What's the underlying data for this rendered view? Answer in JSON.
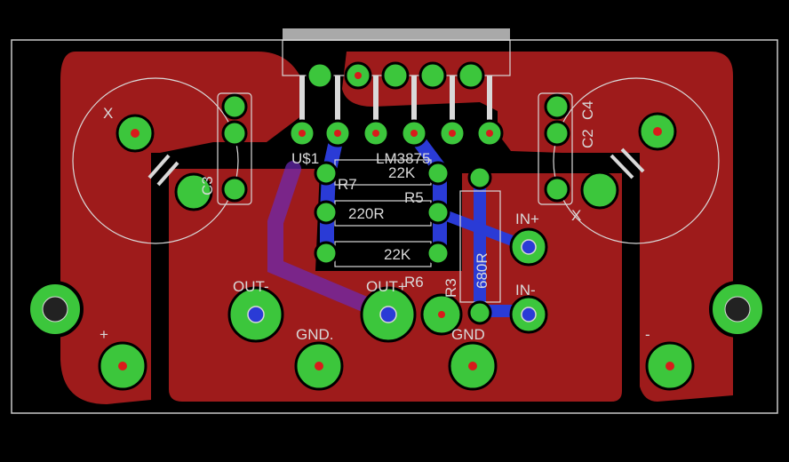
{
  "board": {
    "colors": {
      "background": "#000000",
      "copper_top": "#9e1b1b",
      "copper_bottom": "#2a3bd6",
      "pad": "#3cc63c",
      "drill": "#d8d8d8",
      "silk": "#d9d9d9",
      "outline": "#c8c8c8",
      "ic_body": "#a9a9a9"
    },
    "labels": {
      "ic_name": "U$1",
      "ic_value": "LM3875",
      "r7_name": "R7",
      "r7_value": "22K",
      "r5_name": "R5",
      "r5_value": "220R",
      "r6_name": "R6",
      "r6_value": "22K",
      "r3_name": "R3",
      "r3_value": "680R",
      "c2_name": "C2",
      "c4_name": "C4",
      "c3_name": "C3",
      "out_minus": "OUT-",
      "out_plus": "OUT+",
      "in_plus": "IN+",
      "in_minus": "IN-",
      "gnd_left": "GND.",
      "gnd_right": "GND",
      "plus": "+",
      "minus": "-",
      "cap_left_mark": "X",
      "cap_right_mark": "X"
    },
    "icons": [
      "mounting-hole-icon",
      "capacitor-symbol-icon",
      "resistor-symbol-icon",
      "via-icon"
    ]
  }
}
